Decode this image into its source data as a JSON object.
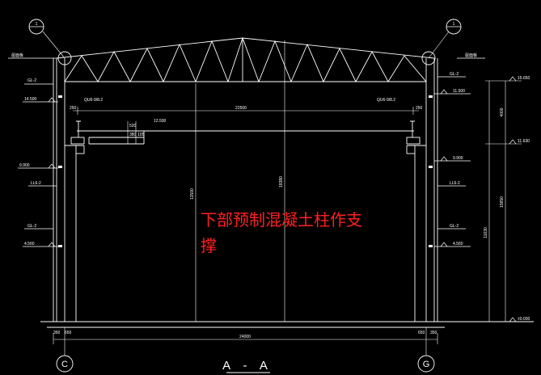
{
  "colors": {
    "background": "#000000",
    "lines": "#ffffff",
    "annotation": "#ff2020",
    "callout": "#ffffff"
  },
  "callouts": {
    "left_top": "1",
    "right_top": "1"
  },
  "grid_axes": {
    "left": "C",
    "right": "G"
  },
  "section_title": "A - A",
  "annotation": {
    "line1": "下部预制混凝土柱作支",
    "line2": "撑"
  },
  "labels": {
    "left_roof_note": "屋面板",
    "right_roof_note": "屋面板",
    "left_gl_top": "GL-2",
    "left_level_top": "14.500",
    "left_level_mid": "9.900",
    "left_ll": "LL6-2",
    "left_gl_bottom": "GL-2",
    "left_level_low": "4.560",
    "right_gl_top": "GL-2",
    "right_level_top": "11.500",
    "right_level_mid": "9.900",
    "right_ll": "LL6-2",
    "right_gl_bottom": "GL-2",
    "right_level_low": "4.560",
    "crane_rail_left": "QU6-9/8.2",
    "crane_rail_right": "QU6-9/8.2",
    "crane_level": "12.500",
    "span_crane": "22500",
    "span_total": "24000",
    "height_inner": "11500",
    "height_center": "18380",
    "dim_250_left": "250",
    "dim_250_right": "250",
    "dim_350_left": "350",
    "dim_650_left": "650",
    "dim_650_right": "650",
    "dim_350_right": "350",
    "dim_520": "520",
    "dim_380": "380",
    "dim_105": "105",
    "right_elev_top": "15.650",
    "right_elev_mid": "11.630",
    "right_elev_zero": "±0.000",
    "right_dim_upper": "4000",
    "right_dim_total": "15650",
    "right_dim_lower": "11630"
  }
}
